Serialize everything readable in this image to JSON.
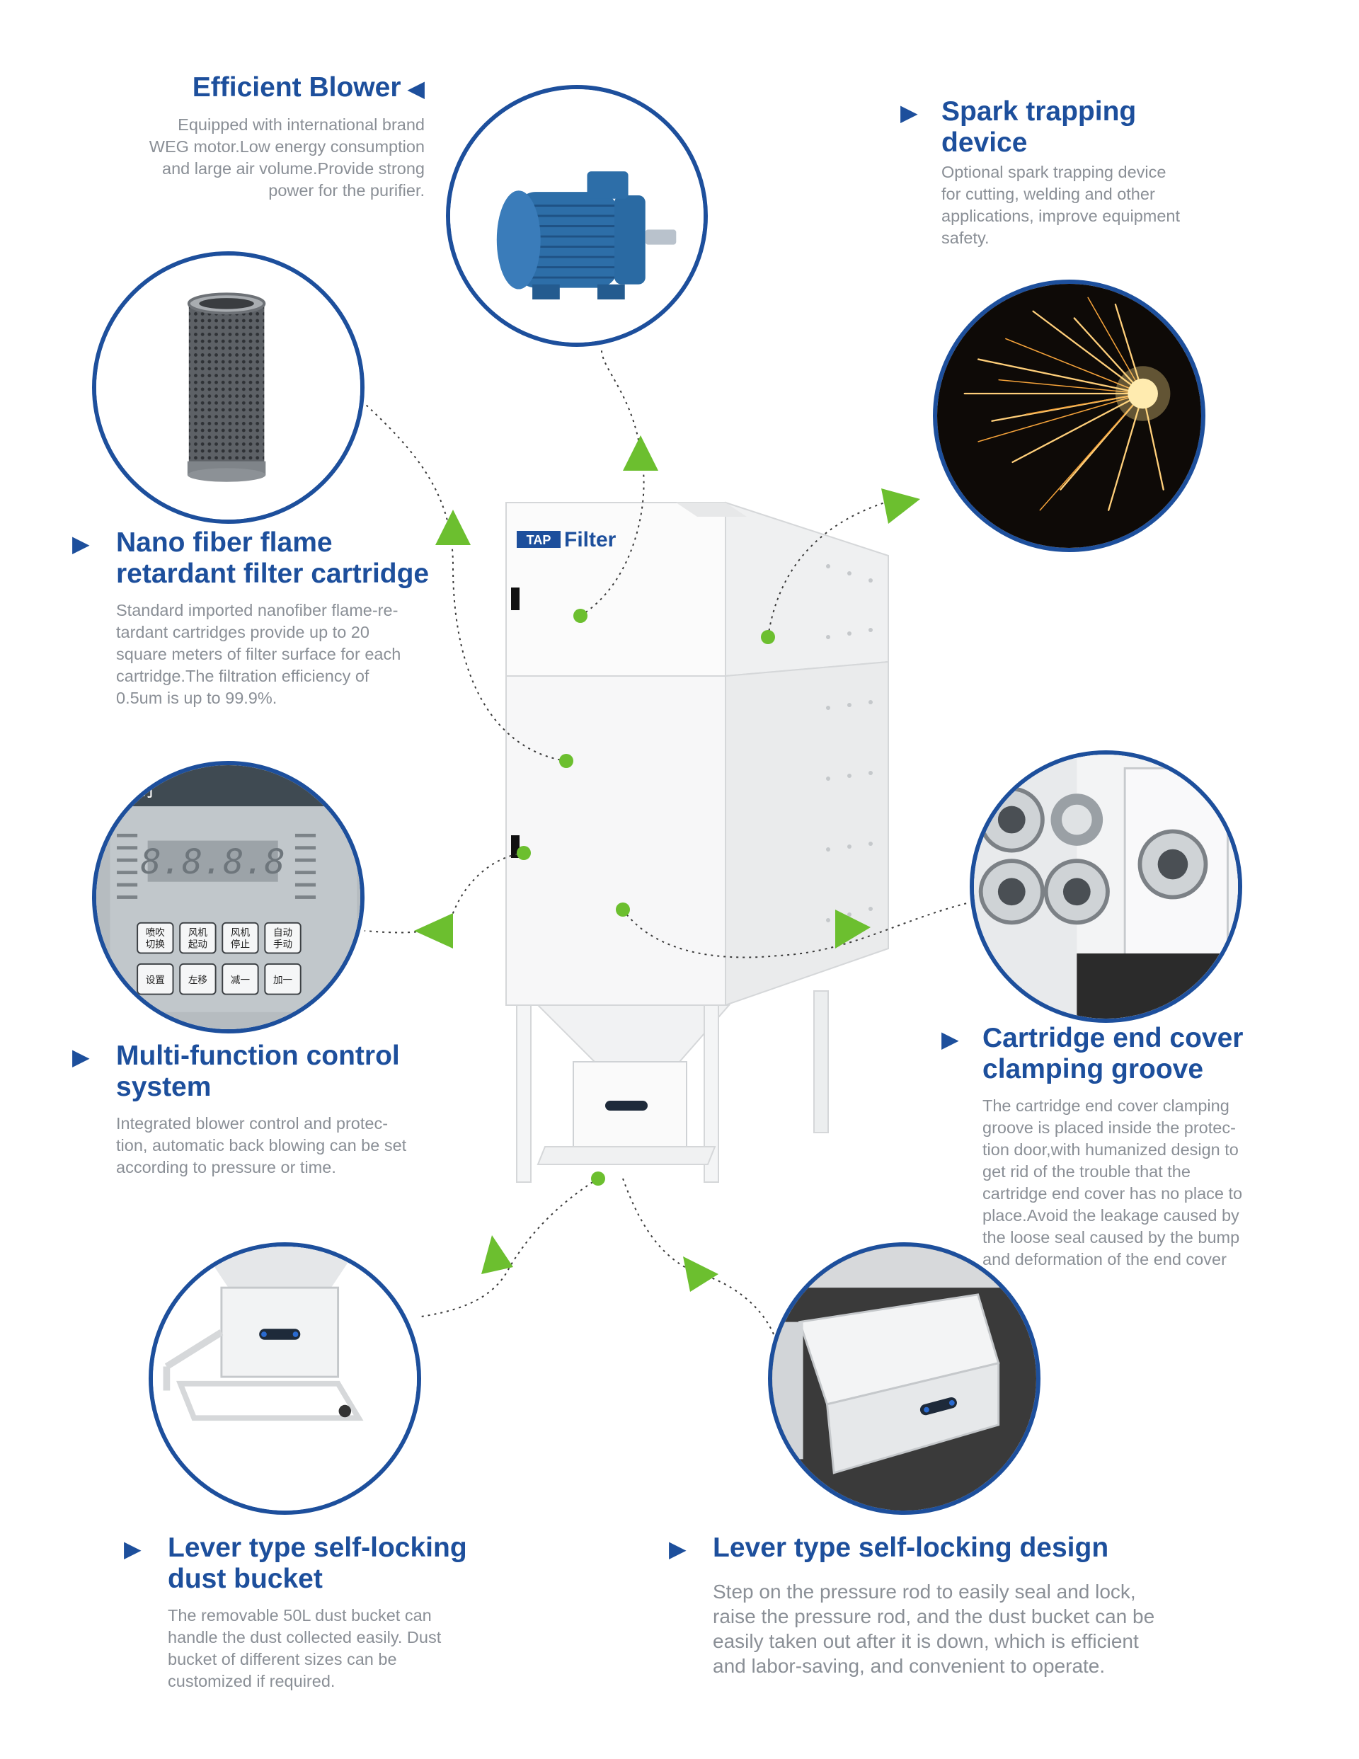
{
  "brand": {
    "logo_prefix": "TAP",
    "logo_word": "Filter"
  },
  "colors": {
    "accent_blue": "#1d4f9c",
    "accent_green": "#6cbf2f",
    "text_gray": "#8a8f96"
  },
  "features": {
    "blower": {
      "title": "Efficient Blower",
      "description": "Equipped with international brand\nWEG motor.Low energy consumption\nand large air volume.Provide strong\npower for the purifier."
    },
    "spark": {
      "title": "Spark trapping\ndevice",
      "description": "Optional spark trapping device\nfor cutting, welding and other\napplications, improve equipment\nsafety."
    },
    "cartridge": {
      "title": "Nano fiber flame\nretardant filter cartridge",
      "description": "Standard imported nanofiber flame-re-\ntardant cartridges provide up to 20\nsquare meters of filter surface for each\ncartridge.The filtration efficiency of\n0.5um is up to 99.9%."
    },
    "control": {
      "title": "Multi-function control\nsystem",
      "description": "Integrated blower control and protec-\ntion, automatic back blowing can be set\naccording to pressure or time."
    },
    "endcover": {
      "title": "Cartridge end cover\nclamping groove",
      "description": "The cartridge end cover clamping\ngroove is placed inside the protec-\ntion door,with humanized design to\nget rid of the trouble that the\ncartridge end cover has no place to\nplace.Avoid the leakage caused by\nthe loose seal caused by the bump\nand deformation of the end cover"
    },
    "bucket": {
      "title": "Lever type self-locking\ndust bucket",
      "description": "The removable 50L dust bucket can\nhandle the dust collected easily. Dust\nbucket of different sizes can be\ncustomized if required."
    },
    "lever": {
      "title": "Lever type self-locking design",
      "description": "Step on the pressure rod to easily seal and lock,\nraise the pressure rod, and the dust bucket can be\neasily taken out after it is down, which is efficient\nand labor-saving, and convenient to operate."
    }
  },
  "control_panel": {
    "display": "8.8.8.8",
    "buttons_row1": [
      "喷吹\n切换",
      "风机\n起动",
      "风机\n停止",
      "自动\n手动"
    ],
    "buttons_row2": [
      "设置",
      "左移",
      "减一",
      "加一"
    ],
    "header_char": "制"
  },
  "icons": {
    "pointer_arrow": "triangle-arrow-icon",
    "connector_arrow": "green-arrow-icon"
  }
}
